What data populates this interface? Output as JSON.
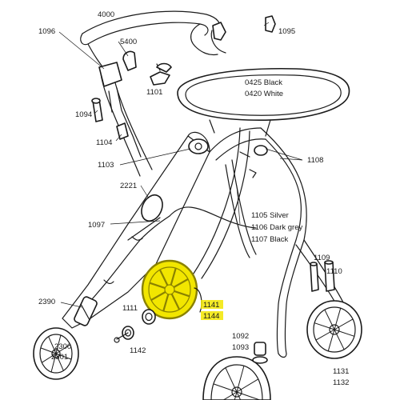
{
  "labels": {
    "p4000": "4000",
    "p1096": "1096",
    "p5400": "5400",
    "p1095": "1095",
    "p1101": "1101",
    "p0425": "0425  Black",
    "p0420": "0420  White",
    "p1094": "1094",
    "p1104": "1104",
    "p1108": "1108",
    "p1103": "1103",
    "p2221": "2221",
    "p1097": "1097",
    "p1105": "1105  Silver",
    "p1106": "1106  Dark grey",
    "p1107": "1107  Black",
    "p1109": "1109",
    "p1110": "1110",
    "p2390": "2390",
    "p1111": "1111",
    "p1141": "1141",
    "p1144": "1144",
    "p1092": "1092",
    "p1093": "1093",
    "p2300": "2300",
    "p2301": "2301",
    "p1142": "1142",
    "p1131": "1131",
    "p1132": "1132"
  },
  "colors": {
    "highlight": "#f2e600",
    "highlight_stroke": "#8a8200",
    "line": "#1a1a1a"
  }
}
